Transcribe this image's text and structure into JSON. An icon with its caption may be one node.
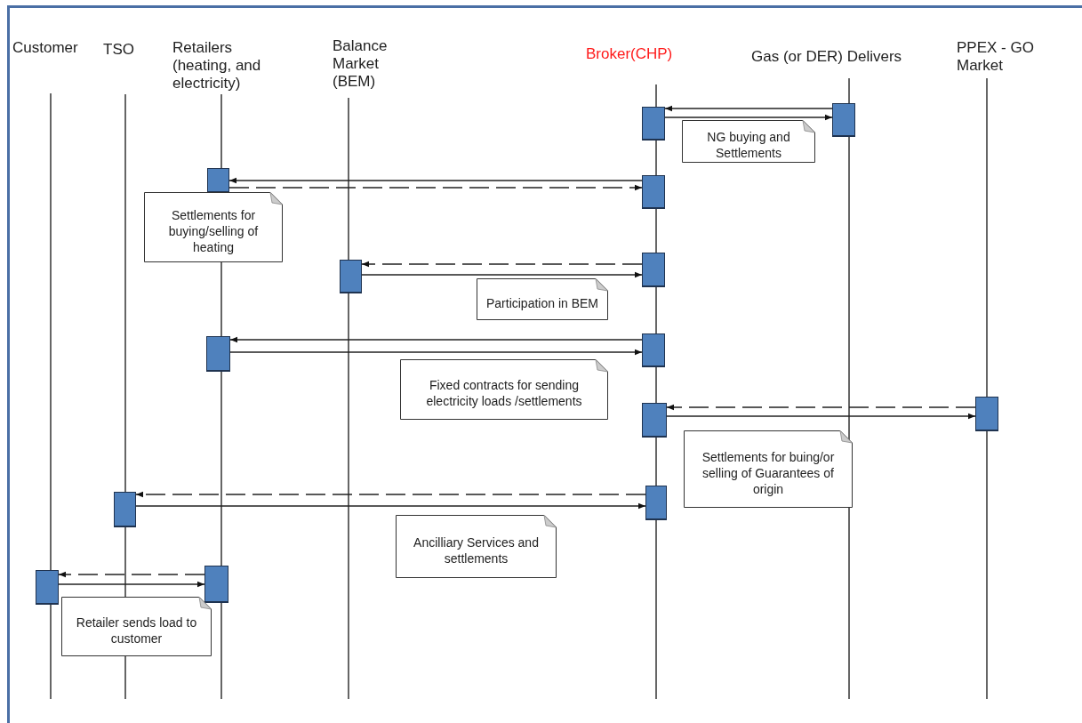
{
  "diagram": {
    "nodes": [
      {
        "text": [
          "Customer"
        ]
      },
      {
        "text": [
          "TSO"
        ]
      },
      {
        "text": [
          "Retailers (heating, and electricity)"
        ]
      },
      {
        "text": [
          "Balance Market (BEM)"
        ]
      },
      {
        "text": [
          "Broker(CHP)"
        ]
      },
      {
        "text": [
          "Gas (or DER) Delivers"
        ]
      },
      {
        "text": [
          "PPEX - GO Market"
        ]
      },
      {
        "text": [],
        "shape": "box"
      },
      {
        "text": [],
        "shape": "box"
      },
      {
        "text": [],
        "shape": "box"
      },
      {
        "text": [],
        "shape": "box"
      },
      {
        "text": [],
        "shape": "box"
      },
      {
        "text": [],
        "shape": "box"
      },
      {
        "text": [],
        "shape": "box"
      },
      {
        "text": [],
        "shape": "box"
      },
      {
        "text": [],
        "shape": "box"
      },
      {
        "text": [],
        "shape": "box"
      },
      {
        "text": [],
        "shape": "box"
      },
      {
        "text": [],
        "shape": "box"
      },
      {
        "text": [],
        "shape": "box"
      },
      {
        "text": [],
        "shape": "box"
      },
      {
        "text": [
          "NG buying and Settlements"
        ]
      },
      {
        "text": [
          "Settlements for buying/selling of heating"
        ]
      },
      {
        "text": [
          "Participation in BEM"
        ]
      },
      {
        "text": [
          "Fixed contracts for sending electricity loads /settlements"
        ]
      },
      {
        "text": [
          "Settlements for buing/or selling of Guarantees of origin"
        ]
      },
      {
        "text": [
          "Ancilliary Services and settlements"
        ]
      },
      {
        "text": [
          "Retailer sends load to customer"
        ]
      }
    ],
    "edges": [
      {
        "from": 8,
        "to": 7,
        "arrow": "to"
      },
      {
        "from": 7,
        "to": 8,
        "arrow": "to"
      },
      {
        "from": 10,
        "to": 9,
        "arrow": "to"
      },
      {
        "from": 9,
        "to": 10,
        "arrow": "to",
        "style": "dashed"
      },
      {
        "from": 12,
        "to": 11,
        "arrow": "to",
        "style": "dashed"
      },
      {
        "from": 11,
        "to": 12,
        "arrow": "to"
      },
      {
        "from": 14,
        "to": 13,
        "arrow": "to"
      },
      {
        "from": 13,
        "to": 14,
        "arrow": "to"
      },
      {
        "from": 16,
        "to": 15,
        "arrow": "to",
        "style": "dashed"
      },
      {
        "from": 15,
        "to": 16,
        "arrow": "to"
      },
      {
        "from": 18,
        "to": 17,
        "arrow": "to",
        "style": "dashed"
      },
      {
        "from": 17,
        "to": 18,
        "arrow": "to"
      },
      {
        "from": 20,
        "to": 19,
        "arrow": "to",
        "style": "dashed"
      },
      {
        "from": 19,
        "to": 20,
        "arrow": "to"
      }
    ]
  }
}
